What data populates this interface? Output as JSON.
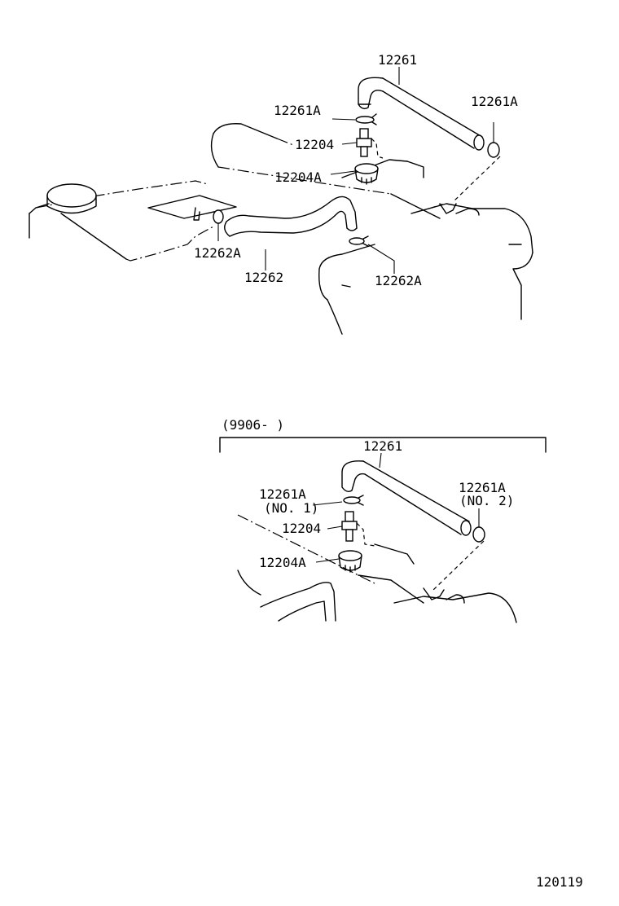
{
  "diagram": {
    "top": {
      "labels": {
        "hose": "12261",
        "clamp_left": "12261A",
        "clamp_right": "12261A",
        "valve": "12204",
        "grommet": "12204A",
        "hose2": "12262",
        "clamp2_left": "12262A",
        "clamp2_right": "12262A"
      }
    },
    "bottom": {
      "date_range": "(9906-      )",
      "labels": {
        "hose": "12261",
        "clamp_left": "12261A",
        "clamp_left_note": "(NO. 1)",
        "clamp_right": "12261A",
        "clamp_right_note": "(NO. 2)",
        "valve": "12204",
        "grommet": "12204A"
      }
    },
    "figure_number": "120119"
  }
}
